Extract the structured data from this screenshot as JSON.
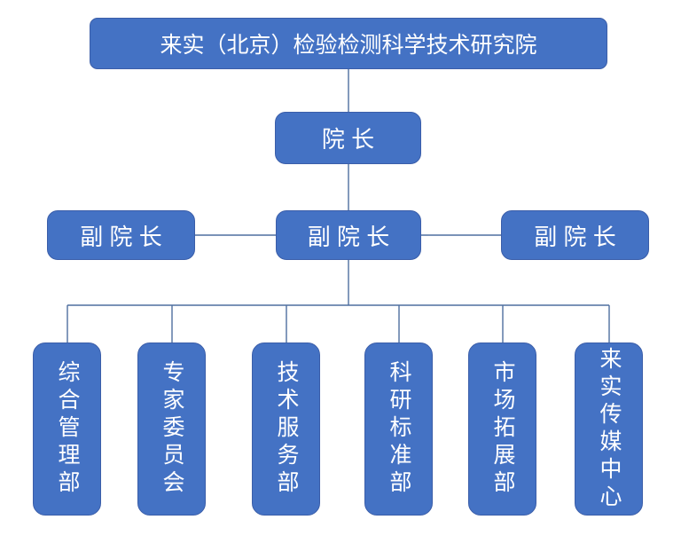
{
  "colors": {
    "box_fill": "#4472C4",
    "box_border": "#3B5EA9",
    "connector_line": "#4E6F9F",
    "text": "#FFFFFF",
    "background": "#FFFFFF"
  },
  "org": {
    "root": {
      "label": "来实（北京）检验检测科学技术研究院"
    },
    "president": {
      "label": "院 长"
    },
    "vice_presidents": [
      {
        "label": "副 院 长"
      },
      {
        "label": "副 院 长"
      },
      {
        "label": "副 院 长"
      }
    ],
    "departments": [
      {
        "label": "综合管理部"
      },
      {
        "label": "专家委员会"
      },
      {
        "label": "技术服务部"
      },
      {
        "label": "科研标准部"
      },
      {
        "label": "市场拓展部"
      },
      {
        "label": "来实传媒中心"
      }
    ]
  }
}
